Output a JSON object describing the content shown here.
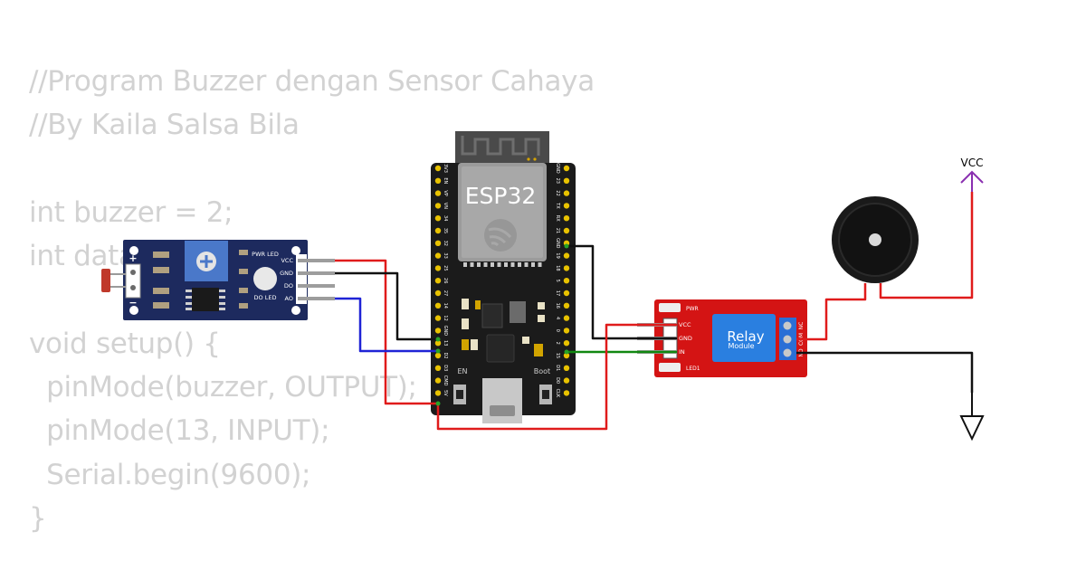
{
  "code_lines": [
    "//Program Buzzer dengan Sensor Cahaya",
    "//By Kaila Salsa Bila",
    "",
    "int buzzer = 2;",
    "int data",
    "",
    "void setup() {",
    "  pinMode(buzzer, OUTPUT);",
    "  pinMode(13, INPUT);",
    "  Serial.begin(9600);",
    "}"
  ],
  "esp32": {
    "label": "ESP32",
    "button_en": "EN",
    "button_boot": "Boot",
    "left_pins": [
      "3V3",
      "EN",
      "VP",
      "VN",
      "34",
      "35",
      "32",
      "33",
      "25",
      "26",
      "27",
      "14",
      "12",
      "GND",
      "13",
      "D2",
      "D3",
      "CMD",
      "5V"
    ],
    "right_pins": [
      "GND",
      "23",
      "22",
      "TX",
      "RX",
      "21",
      "GND",
      "19",
      "18",
      "5",
      "17",
      "16",
      "4",
      "0",
      "2",
      "15",
      "D1",
      "D0",
      "CLK"
    ]
  },
  "ldr_module": {
    "pins": [
      "VCC",
      "GND",
      "DO",
      "AO"
    ],
    "led_pwr": "PWR LED",
    "led_do": "DO LED",
    "plus": "+",
    "minus": "−"
  },
  "relay": {
    "title": "Relay",
    "subtitle": "Module",
    "pins": [
      "VCC",
      "GND",
      "IN"
    ],
    "pwr": "PWR",
    "led1": "LED1",
    "contacts": [
      "NC",
      "COM",
      "NO"
    ]
  },
  "vcc_label": "VCC",
  "colors": {
    "wire_red": "#e01b1b",
    "wire_black": "#111111",
    "wire_blue": "#1f23d6",
    "wire_green": "#118811",
    "ldr_board": "#1d2a5e",
    "relay_board": "#d41414",
    "esp_board": "#1b1b1b",
    "vcc_purple": "#8a2fb0"
  }
}
